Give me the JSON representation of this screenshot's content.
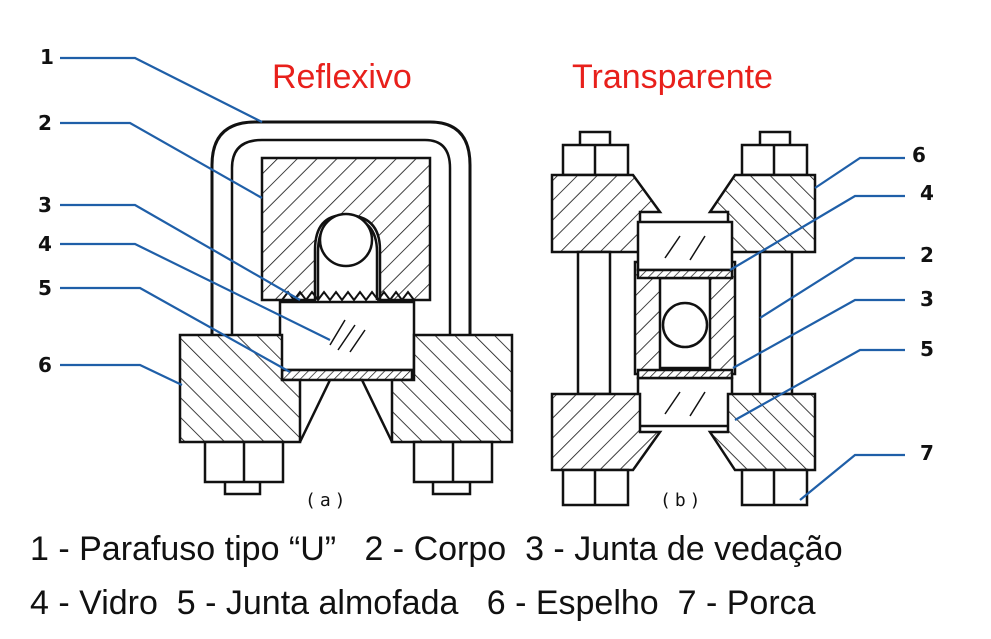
{
  "diagram": {
    "title_left": "Reflexivo",
    "title_right": "Transparente",
    "panel_left": "(a)",
    "panel_right": "(b)",
    "callouts_left": [
      "1",
      "2",
      "3",
      "4",
      "5",
      "6"
    ],
    "callouts_right": [
      "6",
      "4",
      "2",
      "3",
      "5",
      "7"
    ],
    "colors": {
      "title": "#e8201b",
      "leader": "#1f5fa8",
      "ink": "#111111"
    }
  },
  "legend": {
    "line1": "1 - Parafuso tipo “U”   2 - Corpo  3 - Junta de vedação",
    "line2": "4 - Vidro  5 - Junta almofada   6 - Espelho  7 - Porca"
  }
}
